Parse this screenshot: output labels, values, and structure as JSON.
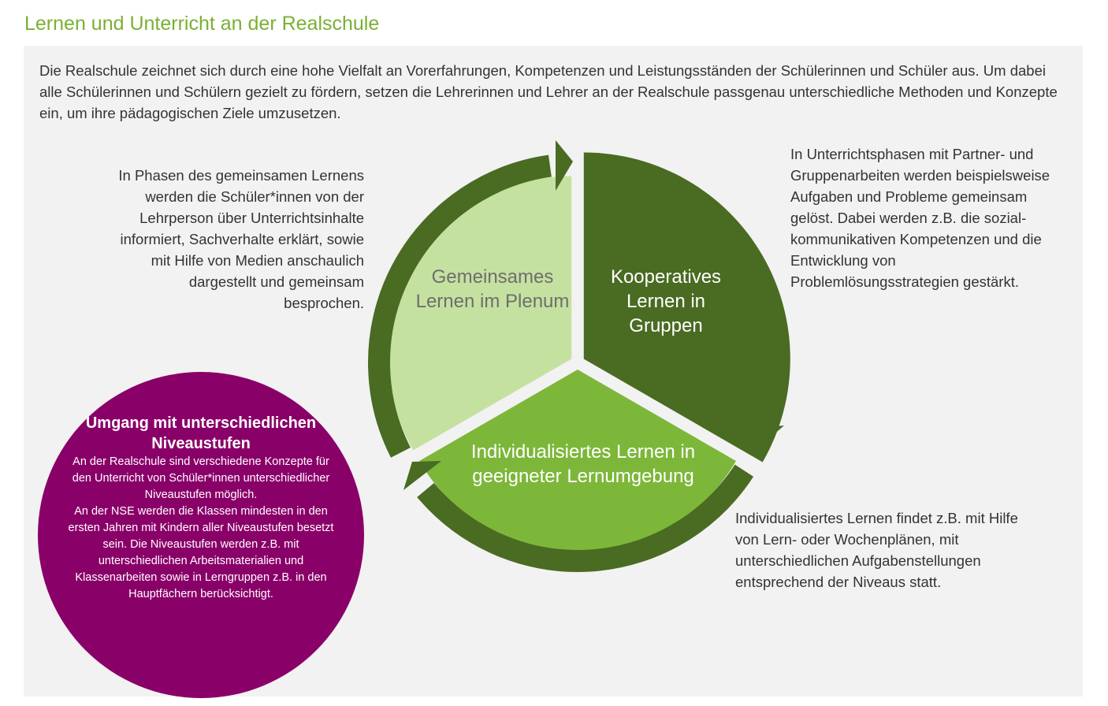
{
  "title": "Lernen und Unterricht an der Realschule",
  "intro": "Die Realschule zeichnet sich durch eine hohe Vielfalt an Vorerfahrungen, Kompetenzen und Leistungsständen der Schülerinnen und Schüler aus. Um dabei alle Schülerinnen und Schülern gezielt zu fördern, setzen die Lehrerinnen und Lehrer an der Realschule passgenau unterschiedliche Methoden und Konzepte ein, um ihre pädagogischen Ziele umzusetzen.",
  "cycle": {
    "segments": [
      {
        "label": "Gemeinsames Lernen im Plenum",
        "color": "#c5e1a0",
        "description": "In Phasen des gemeinsamen Lernens werden die Schüler*innen von der Lehrperson über Unterrichtsinhalte informiert, Sachverhalte erklärt, sowie mit Hilfe von Medien anschaulich dargestellt und gemeinsam besprochen."
      },
      {
        "label": "Kooperatives Lernen in Gruppen",
        "color": "#4a6b22",
        "description": "In Unterrichtsphasen mit Partner- und Gruppenarbeiten werden beispielsweise Aufgaben und Probleme gemeinsam gelöst. Dabei werden z.B. die sozial-kommunikativen Kompetenzen und die Entwicklung von Problemlösungsstrategien gestärkt."
      },
      {
        "label": "Individualisiertes Lernen in geeigneter Lernumgebung",
        "color": "#7db73a",
        "description": "Individualisiertes Lernen findet z.B. mit Hilfe von Lern- oder Wochenplänen, mit unterschiedlichen Aufgabenstellungen entsprechend der Niveaus statt."
      }
    ],
    "arrow_color": "#4a6b22"
  },
  "niveau": {
    "heading": "Umgang mit unterschiedlichen Niveaustufen",
    "paragraph1": "An der Realschule sind verschiedene Konzepte für den Unterricht von Schüler*innen unterschiedlicher Niveaustufen möglich.",
    "paragraph2": "An der NSE werden die Klassen mindesten in den ersten Jahren mit Kindern aller Niveaustufen besetzt sein. Die Niveaustufen werden z.B. mit unterschiedlichen Arbeitsmaterialien und Klassenarbeiten sowie in Lerngruppen z.B. in den Hauptfächern berücksichtigt.",
    "color": "#8a0069"
  }
}
